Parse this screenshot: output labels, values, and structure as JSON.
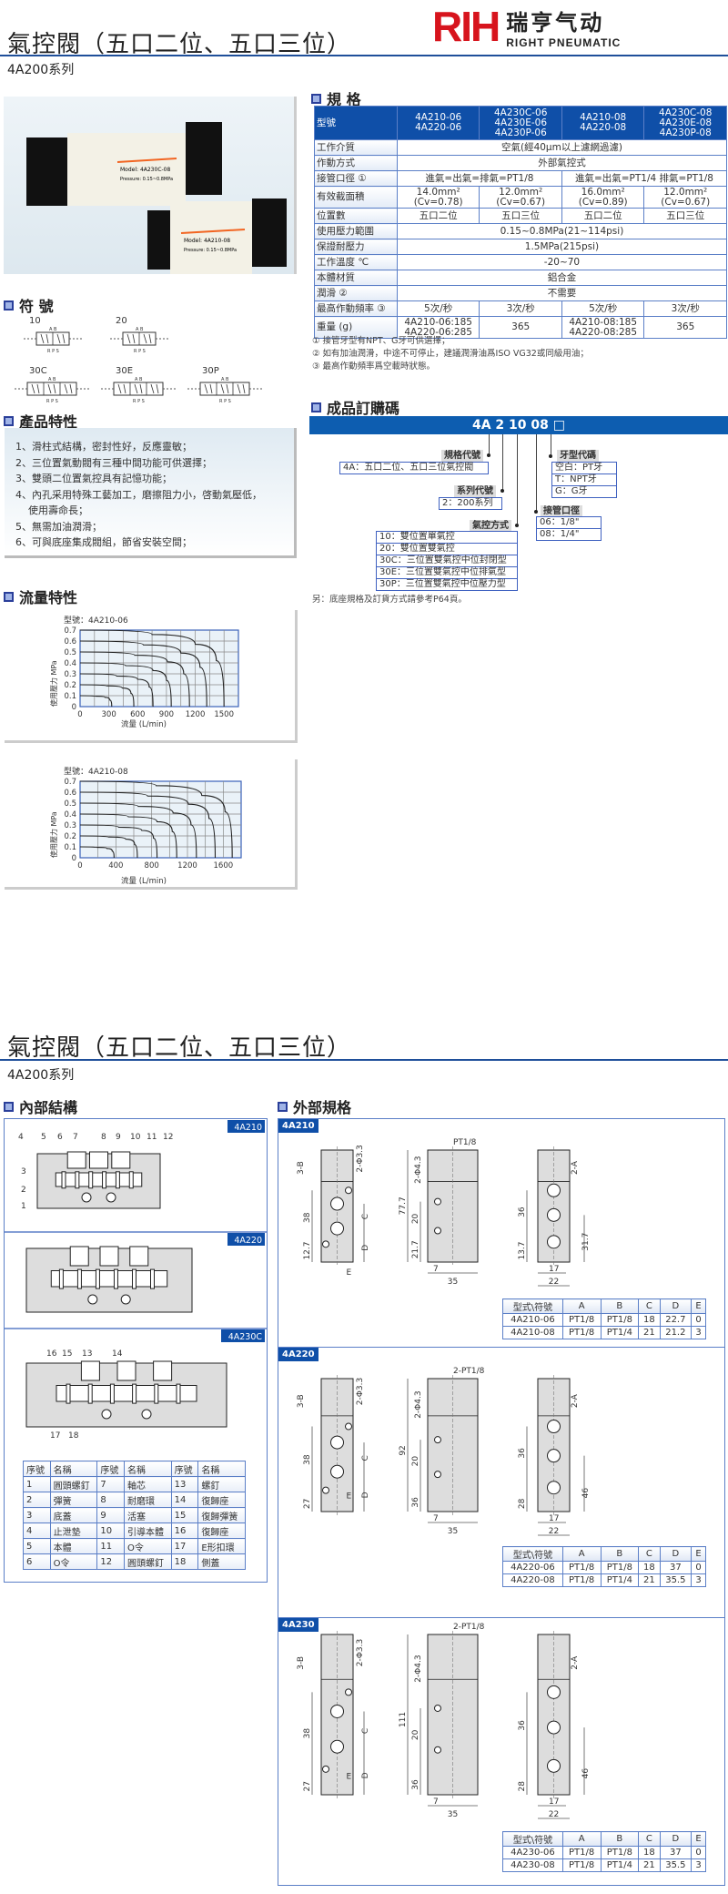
{
  "header": {
    "title": "氣控閥（五口二位、五口三位）",
    "series": "4A200系列",
    "logo_mark": "RIH",
    "logo_cn": "瑞亨气动",
    "logo_en": "RIGHT PNEUMATIC"
  },
  "photo": {
    "models": [
      "Model: 4A230C-08",
      "Model: 4A210-08"
    ],
    "pressure": "Pressure: 0.15~0.8MPa"
  },
  "spec": {
    "heading": "規 格",
    "header": [
      "型號",
      "4A210-06\n4A220-06",
      "4A230C-06\n4A230E-06\n4A230P-06",
      "4A210-08\n4A220-08",
      "4A230C-08\n4A230E-08\n4A230P-08"
    ],
    "rows": [
      {
        "label": "工作介質",
        "span": "空氣(經40μm以上濾網過濾)"
      },
      {
        "label": "作動方式",
        "span": "外部氣控式"
      },
      {
        "label": "接管口徑 ①",
        "half": [
          "進氣=出氣=排氣=PT1/8",
          "進氣=出氣=PT1/4 排氣=PT1/8"
        ]
      },
      {
        "label": "有效截面積",
        "cells": [
          "14.0mm² (Cv=0.78)",
          "12.0mm² (Cv=0.67)",
          "16.0mm² (Cv=0.89)",
          "12.0mm² (Cv=0.67)"
        ]
      },
      {
        "label": "位置數",
        "cells": [
          "五口二位",
          "五口三位",
          "五口二位",
          "五口三位"
        ]
      },
      {
        "label": "使用壓力範圍",
        "span": "0.15~0.8MPa(21~114psi)"
      },
      {
        "label": "保證耐壓力",
        "span": "1.5MPa(215psi)"
      },
      {
        "label": "工作溫度 ℃",
        "span": "-20~70"
      },
      {
        "label": "本體材質",
        "span": "鋁合金"
      },
      {
        "label": "潤滑 ②",
        "span": "不需要"
      },
      {
        "label": "最高作動頻率 ③",
        "cells": [
          "5次/秒",
          "3次/秒",
          "5次/秒",
          "3次/秒"
        ]
      },
      {
        "label": "重量 (g)",
        "cells": [
          "4A210-06:185\n4A220-06:285",
          "365",
          "4A210-08:185\n4A220-08:285",
          "365"
        ]
      }
    ],
    "notes": [
      "① 接管牙型有NPT、G牙可供選擇；",
      "② 如有加油潤滑，中途不可停止，建議潤滑油爲ISO VG32或同級用油；",
      "③ 最高作動頻率爲空載時狀態。"
    ]
  },
  "order": {
    "heading": "成品訂購碼",
    "code": "4A 2 10 08 □",
    "spec_code": {
      "label": "規格代號",
      "items": [
        "4A：五口二位、五口三位氣控閥"
      ]
    },
    "series_code": {
      "label": "系列代號",
      "items": [
        "2：200系列"
      ]
    },
    "control": {
      "label": "氣控方式",
      "items": [
        "10：雙位置單氣控",
        "20：雙位置雙氣控",
        "30C：三位置雙氣控中位封閉型",
        "30E：三位置雙氣控中位排氣型",
        "30P：三位置雙氣控中位壓力型"
      ]
    },
    "port": {
      "label": "接管口徑",
      "items": [
        "06：1/8\"",
        "08：1/4\""
      ]
    },
    "thread": {
      "label": "牙型代碼",
      "items": [
        "空白：PT牙",
        "T：NPT牙",
        "G：G牙"
      ]
    },
    "note": "另：底座規格及訂貨方式請參考P64頁。"
  },
  "symbols": {
    "heading": "符 號",
    "items": [
      "10",
      "20",
      "30C",
      "30E",
      "30P"
    ],
    "ports_top": "A B",
    "ports_bottom": "R P S"
  },
  "features": {
    "heading": "產品特性",
    "items": [
      "1、滑柱式結構，密封性好，反應靈敏；",
      "2、三位置氣動閥有三種中間功能可供選擇；",
      "3、雙頭二位置氣控具有記憶功能；",
      "4、內孔采用特殊工藝加工，磨擦阻力小，啓動氣壓低，使用壽命長；",
      "5、無需加油潤滑；",
      "6、可與底座集成閥組，節省安裝空間；"
    ]
  },
  "flow": {
    "heading": "流量特性"
  },
  "chart_data": [
    {
      "type": "line",
      "title": "型號：4A210-06",
      "xlabel": "流量 (L/min)",
      "ylabel": "使用壓力 MPa",
      "xlim": [
        0,
        1650
      ],
      "ylim": [
        0,
        0.7
      ],
      "x_ticks": [
        0,
        300,
        600,
        900,
        1200,
        1500
      ],
      "y_ticks": [
        0,
        0.1,
        0.2,
        0.3,
        0.4,
        0.5,
        0.6,
        0.7
      ],
      "grid": true,
      "series": [
        {
          "values": [
            [
              0,
              0.1
            ],
            [
              165,
              0.095
            ],
            [
              260,
              0.085
            ],
            [
              310,
              0.06
            ],
            [
              330,
              0
            ]
          ]
        },
        {
          "values": [
            [
              0,
              0.2
            ],
            [
              280,
              0.19
            ],
            [
              440,
              0.17
            ],
            [
              530,
              0.12
            ],
            [
              560,
              0
            ]
          ]
        },
        {
          "values": [
            [
              0,
              0.3
            ],
            [
              380,
              0.28
            ],
            [
              600,
              0.25
            ],
            [
              720,
              0.18
            ],
            [
              760,
              0
            ]
          ]
        },
        {
          "values": [
            [
              0,
              0.4
            ],
            [
              475,
              0.375
            ],
            [
              760,
              0.33
            ],
            [
              900,
              0.24
            ],
            [
              950,
              0
            ]
          ]
        },
        {
          "values": [
            [
              0,
              0.5
            ],
            [
              570,
              0.47
            ],
            [
              910,
              0.41
            ],
            [
              1080,
              0.3
            ],
            [
              1140,
              0
            ]
          ]
        },
        {
          "values": [
            [
              0,
              0.6
            ],
            [
              660,
              0.565
            ],
            [
              1050,
              0.49
            ],
            [
              1250,
              0.36
            ],
            [
              1320,
              0
            ]
          ]
        },
        {
          "values": [
            [
              0,
              0.7
            ],
            [
              750,
              0.66
            ],
            [
              1200,
              0.57
            ],
            [
              1420,
              0.42
            ],
            [
              1500,
              0
            ]
          ]
        }
      ]
    },
    {
      "type": "line",
      "title": "型號：4A210-08",
      "xlabel": "流量 (L/min)",
      "ylabel": "使用壓力 MPa",
      "xlim": [
        0,
        1800
      ],
      "ylim": [
        0,
        0.7
      ],
      "x_ticks": [
        0,
        400,
        800,
        1200,
        1600
      ],
      "y_ticks": [
        0,
        0.1,
        0.2,
        0.3,
        0.4,
        0.5,
        0.6,
        0.7
      ],
      "grid": true,
      "series": [
        {
          "values": [
            [
              0,
              0.1
            ],
            [
              190,
              0.095
            ],
            [
              300,
              0.085
            ],
            [
              360,
              0.06
            ],
            [
              380,
              0
            ]
          ]
        },
        {
          "values": [
            [
              0,
              0.2
            ],
            [
              320,
              0.19
            ],
            [
              510,
              0.17
            ],
            [
              610,
              0.12
            ],
            [
              640,
              0
            ]
          ]
        },
        {
          "values": [
            [
              0,
              0.3
            ],
            [
              430,
              0.28
            ],
            [
              690,
              0.25
            ],
            [
              820,
              0.18
            ],
            [
              860,
              0
            ]
          ]
        },
        {
          "values": [
            [
              0,
              0.4
            ],
            [
              540,
              0.375
            ],
            [
              860,
              0.33
            ],
            [
              1030,
              0.24
            ],
            [
              1080,
              0
            ]
          ]
        },
        {
          "values": [
            [
              0,
              0.5
            ],
            [
              650,
              0.47
            ],
            [
              1040,
              0.41
            ],
            [
              1240,
              0.3
            ],
            [
              1300,
              0
            ]
          ]
        },
        {
          "values": [
            [
              0,
              0.6
            ],
            [
              755,
              0.565
            ],
            [
              1210,
              0.49
            ],
            [
              1440,
              0.36
            ],
            [
              1510,
              0
            ]
          ]
        },
        {
          "values": [
            [
              0,
              0.7
            ],
            [
              850,
              0.66
            ],
            [
              1360,
              0.57
            ],
            [
              1620,
              0.42
            ],
            [
              1700,
              0
            ]
          ]
        }
      ]
    }
  ],
  "page2": {
    "title": "氣控閥（五口二位、五口三位）",
    "series": "4A200系列"
  },
  "internal": {
    "heading": "內部結構",
    "sections": [
      {
        "tag": "4A210",
        "numbers": [
          "1",
          "2",
          "3",
          "4",
          "5",
          "6",
          "7",
          "8",
          "9",
          "10",
          "11",
          "12"
        ]
      },
      {
        "tag": "4A220",
        "numbers": []
      },
      {
        "tag": "4A230C",
        "numbers": [
          "16",
          "15",
          "13",
          "14",
          "17",
          "18"
        ]
      }
    ],
    "parts_header": [
      "序號",
      "名稱",
      "序號",
      "名稱",
      "序號",
      "名稱"
    ],
    "parts": [
      [
        "1",
        "圓頭螺釘",
        "7",
        "軸芯",
        "13",
        "螺釘"
      ],
      [
        "2",
        "彈簧",
        "8",
        "耐磨環",
        "14",
        "復歸座"
      ],
      [
        "3",
        "底蓋",
        "9",
        "活塞",
        "15",
        "復歸彈簧"
      ],
      [
        "4",
        "止泄墊",
        "10",
        "引導本體",
        "16",
        "復歸座"
      ],
      [
        "5",
        "本體",
        "11",
        "O令",
        "17",
        "E形扣環"
      ],
      [
        "6",
        "O令",
        "12",
        "圓頭螺釘",
        "18",
        "側蓋"
      ]
    ]
  },
  "external": {
    "heading": "外部規格",
    "sections": [
      {
        "tag": "4A210",
        "left": [
          "3-B",
          "2-Φ3.3",
          "38",
          "12.7",
          "C",
          "D",
          "E"
        ],
        "middle": [
          "PT1/8",
          "2-Φ4.3",
          "77.7",
          "20",
          "21.7",
          "7",
          "35"
        ],
        "right": [
          "2-A",
          "36",
          "13.7",
          "31.7",
          "17",
          "22"
        ],
        "table_header": [
          "型式\\符號",
          "A",
          "B",
          "C",
          "D",
          "E"
        ],
        "table": [
          [
            "4A210-06",
            "PT1/8",
            "PT1/8",
            "18",
            "22.7",
            "0"
          ],
          [
            "4A210-08",
            "PT1/8",
            "PT1/4",
            "21",
            "21.2",
            "3"
          ]
        ]
      },
      {
        "tag": "4A220",
        "left": [
          "3-B",
          "2-Φ3.3",
          "38",
          "27",
          "C",
          "D",
          "E"
        ],
        "middle": [
          "2-PT1/8",
          "2-Φ4.3",
          "92",
          "20",
          "36",
          "7",
          "35"
        ],
        "right": [
          "2-A",
          "36",
          "28",
          "46",
          "17",
          "22"
        ],
        "table_header": [
          "型式\\符號",
          "A",
          "B",
          "C",
          "D",
          "E"
        ],
        "table": [
          [
            "4A220-06",
            "PT1/8",
            "PT1/8",
            "18",
            "37",
            "0"
          ],
          [
            "4A220-08",
            "PT1/8",
            "PT1/4",
            "21",
            "35.5",
            "3"
          ]
        ]
      },
      {
        "tag": "4A230",
        "left": [
          "3-B",
          "2-Φ3.3",
          "38",
          "27",
          "C",
          "D",
          "E"
        ],
        "middle": [
          "2-PT1/8",
          "2-Φ4.3",
          "111",
          "20",
          "36",
          "7",
          "35"
        ],
        "right": [
          "2-A",
          "36",
          "28",
          "46",
          "17",
          "22"
        ],
        "table_header": [
          "型式\\符號",
          "A",
          "B",
          "C",
          "D",
          "E"
        ],
        "table": [
          [
            "4A230-06",
            "PT1/8",
            "PT1/8",
            "18",
            "37",
            "0"
          ],
          [
            "4A230-08",
            "PT1/8",
            "PT1/4",
            "21",
            "35.5",
            "3"
          ]
        ]
      }
    ]
  },
  "colors": {
    "brand_red": "#d7141d",
    "accent_blue": "#0f4fa8",
    "border_blue": "#5b7fc7"
  }
}
